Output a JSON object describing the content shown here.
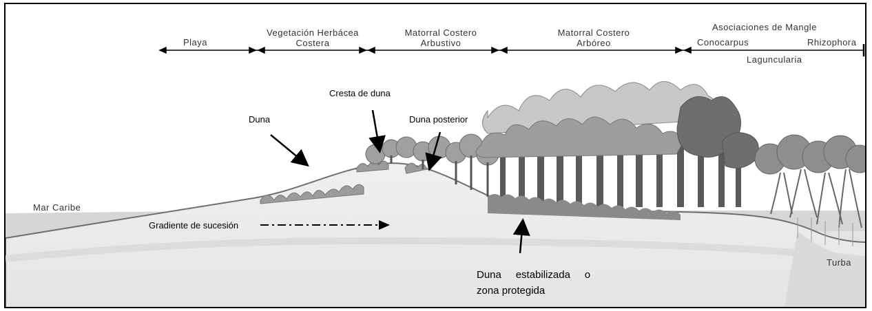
{
  "zones": {
    "playa": "Playa",
    "vegetacion": [
      "Vegetación Herbácea",
      "Costera"
    ],
    "matorral_arbustivo": [
      "Matorral Costero",
      "Arbustivo"
    ],
    "matorral_arboreo": [
      "Matorral Costero",
      "Arbóreo"
    ],
    "mangle": "Asociaciones de Mangle",
    "conocarpus": "Conocarpus",
    "rhizophora": "Rhizophora",
    "laguncularia": "Laguncularia"
  },
  "labels": {
    "mar_caribe": "Mar Caribe",
    "turba": "Turba",
    "cresta": "Cresta de duna",
    "duna": "Duna",
    "duna_posterior": "Duna posterior",
    "gradiente": "Gradiente de sucesión",
    "estabilizada_1": "Duna     estabilizada     o",
    "estabilizada_2": "zona protegida"
  },
  "colors": {
    "sea_light": "#e6e6e6",
    "sea_mid": "#cfcfcf",
    "ground_line": "#7a7a7a",
    "dune_fill": "#eeeeee",
    "shrub": "#a8a8a8",
    "tree_light": "#c9c9c9",
    "tree_mid": "#9a9a9a",
    "tree_dark": "#6b6b6b",
    "trunk": "#555555"
  }
}
